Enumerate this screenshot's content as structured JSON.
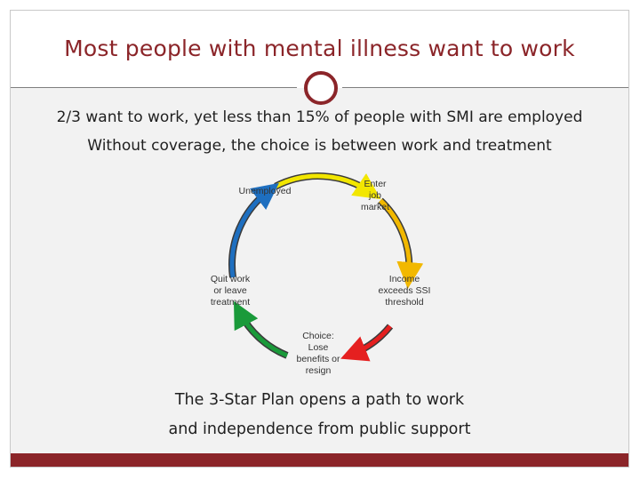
{
  "slide": {
    "title": "Most people with mental illness want to work",
    "line1": "2/3 want to work, yet less than 15% of people  with SMI are employed",
    "line2": "Without coverage, the choice is between work and treatment",
    "footer_line1": "The 3-Star Plan opens a path to work",
    "footer_line2": "and independence from public support"
  },
  "cycle": {
    "nodes": [
      {
        "label": "Unemployed",
        "color": "#f2e600"
      },
      {
        "label": "Enter\njob\nmarket",
        "color": "#f2b800"
      },
      {
        "label": "Income\nexceeds SSI\nthreshold",
        "color": "#f2b800"
      },
      {
        "label": "Choice:\nLose\nbenefits  or\nresign",
        "color": "#e52020"
      },
      {
        "label": "Quit work\nor leave\ntreatment",
        "color": "#1a9a3a"
      }
    ]
  },
  "colors": {
    "accent": "#8b2529",
    "arc_yellow": "#f2e600",
    "arc_orange": "#f2b800",
    "arc_red": "#e52020",
    "arc_green": "#1a9a3a",
    "arc_blue": "#1e6fc0"
  }
}
